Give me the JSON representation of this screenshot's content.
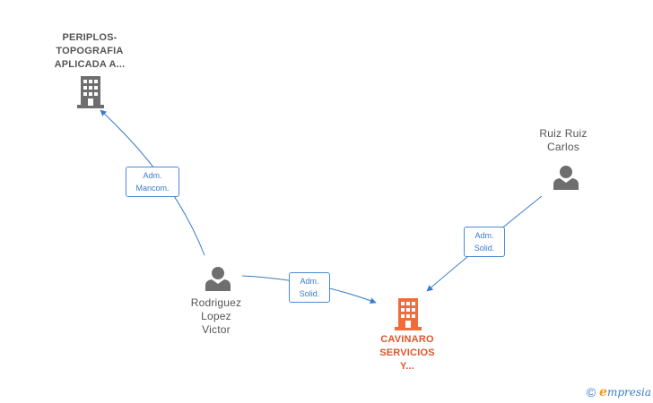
{
  "colors": {
    "edge": "#3a7ccc",
    "person_icon": "#6e6e6e",
    "company_icon_gray": "#6e6e6e",
    "company_icon_highlight": "#f26b3a",
    "label_text": "#555555",
    "highlight_text": "#e0552a"
  },
  "nodes": {
    "periplos": {
      "line1": "PERIPLOS-",
      "line2": "TOPOGRAFIA",
      "line3": "APLICADA A...",
      "icon": "building-icon"
    },
    "cavinaro": {
      "line1": "CAVINARO",
      "line2": "SERVICIOS",
      "line3": "Y...",
      "icon": "building-icon"
    },
    "rodriguez": {
      "line1": "Rodriguez",
      "line2": "Lopez",
      "line3": "Victor",
      "icon": "person-icon"
    },
    "ruiz": {
      "line1": "Ruiz Ruiz",
      "line2": "Carlos",
      "icon": "person-icon"
    }
  },
  "edges": {
    "rodriguez_periplos": {
      "line1": "Adm.",
      "line2": "Mancom."
    },
    "rodriguez_cavinaro": {
      "line1": "Adm.",
      "line2": "Solid."
    },
    "ruiz_cavinaro": {
      "line1": "Adm.",
      "line2": "Solid."
    }
  },
  "footer": {
    "copyright": "©",
    "brand_initial": "e",
    "brand_rest": "mpresia"
  }
}
